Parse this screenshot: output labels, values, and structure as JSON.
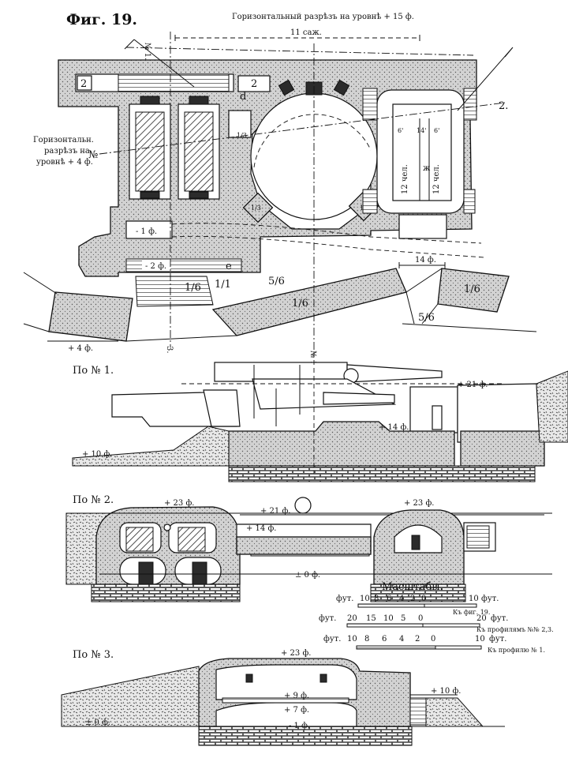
{
  "figure": {
    "title": "Фиг. 19.",
    "header": "Горизонтальный разрѣзъ на уровнѣ + 15 ф."
  },
  "plan": {
    "side_label_line1": "Горизонтальн.",
    "side_label_line2": "разрѣзъ на",
    "side_label_line3": "уровнѣ + 4 ф.",
    "dimension_top": "11 саж.",
    "dimension_bottom": "14 ф.",
    "level_left": "+ 4 ф.",
    "marks": {
      "n1_top": "№ 1.",
      "n2_right": "2.",
      "n3_bottom": "3.",
      "n1_bottom": "№ 1.",
      "n2_left": "№"
    },
    "room_labels": {
      "minus1": "- 1 ф.",
      "minus2": "- 2 ф.",
      "r2a": "2",
      "r2b": "2",
      "d": "d",
      "e": "e",
      "m": "ж",
      "people_a": "12 чел.",
      "people_b": "12 чел.",
      "w6a": "6'",
      "w14": "14'",
      "w6b": "6'"
    },
    "slopes": {
      "s1": "1/6",
      "s2": "1/1",
      "s3": "5/6",
      "s4": "1/6",
      "s5": "5/6",
      "s6": "1/6",
      "r1": "1/3",
      "r2": "1/3",
      "r3": "1/3"
    }
  },
  "section1": {
    "title": "По № 1.",
    "level_a": "+ 21 ф.",
    "level_b": "+ 14 ф.",
    "level_c": "+ 10 ф."
  },
  "section2": {
    "title": "По № 2.",
    "level_a": "+ 23 ф.",
    "level_b": "+ 21 ф.",
    "level_c": "+ 14 ф.",
    "level_d": "+ 23 ф.",
    "level_e": "± 0 ф."
  },
  "section3": {
    "title": "По № 3.",
    "level_a": "+ 23 ф.",
    "level_b": "+ 9 ф.",
    "level_c": "+ 7 ф.",
    "level_d": "- 1 ф.",
    "level_e": "+ 10 ф.",
    "level_f": "± 0 ф."
  },
  "scales": {
    "heading": "Масштабы.",
    "s1": {
      "unit_left": "фут.",
      "ticks": [
        "10",
        "8",
        "6",
        "4",
        "2",
        "0"
      ],
      "end": "10",
      "unit_right": "фут.",
      "note": "Къ фиг. 19."
    },
    "s2": {
      "unit_left": "фут.",
      "ticks": [
        "20",
        "15",
        "10",
        "5",
        "0"
      ],
      "end": "20",
      "unit_right": "фут.",
      "note": "Къ профилямъ №№ 2,3."
    },
    "s3": {
      "unit_left": "фут.",
      "ticks": [
        "10",
        "8",
        "6",
        "4",
        "2",
        "0"
      ],
      "end": "10",
      "unit_right": "фут.",
      "note": "Къ профилю № 1."
    }
  }
}
